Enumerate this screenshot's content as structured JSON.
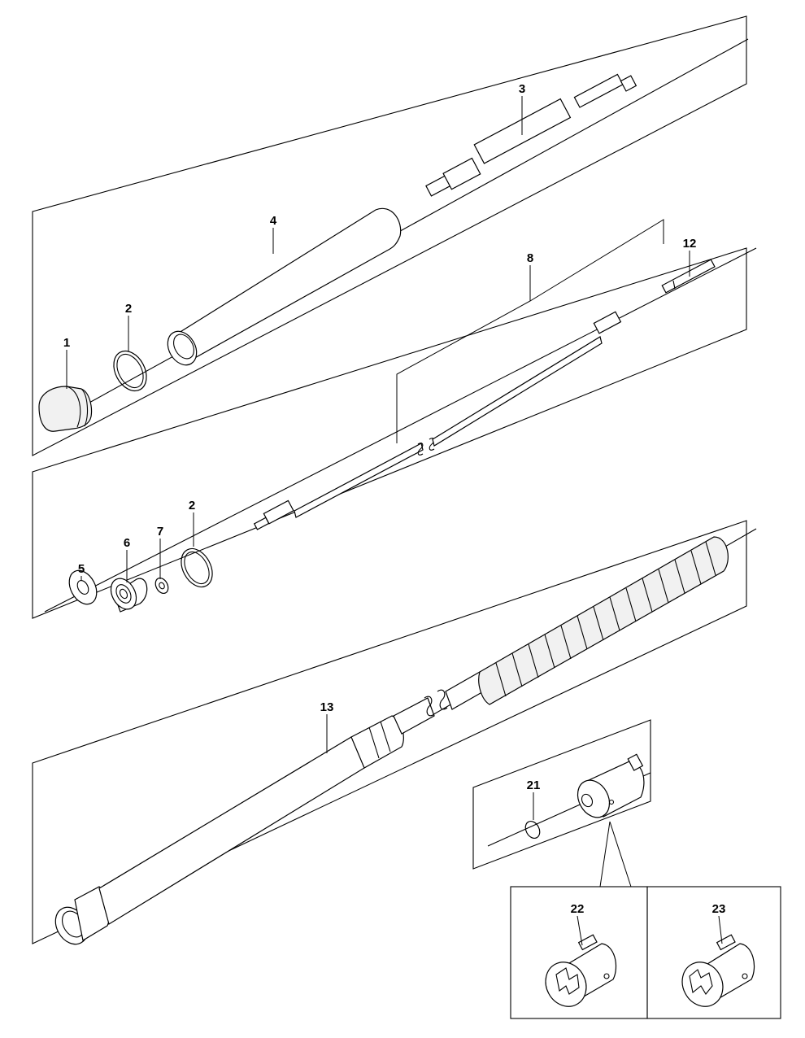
{
  "callouts": {
    "p1": "1",
    "p2a": "2",
    "p2b": "2",
    "p3": "3",
    "p4": "4",
    "p5": "5",
    "p6": "6",
    "p7": "7",
    "p8": "8",
    "p12": "12",
    "p13": "13",
    "p21": "21",
    "p22": "22",
    "p23": "23"
  }
}
